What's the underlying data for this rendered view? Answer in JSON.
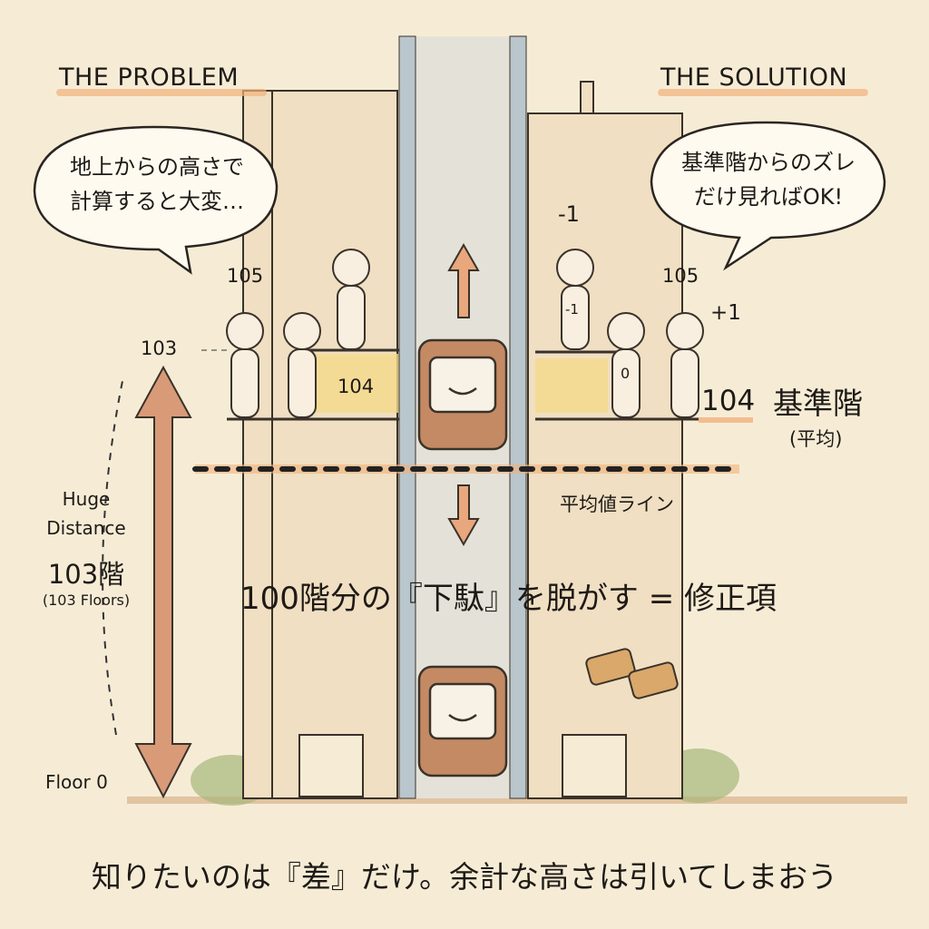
{
  "problem": {
    "heading": "THE PROBLEM",
    "bubble_line1": "地上からの高さで",
    "bubble_line2": "計算すると大変…",
    "floor_105": "105",
    "floor_103": "103",
    "floor_104": "104",
    "distance_label_1": "Huge",
    "distance_label_2": "Distance",
    "distance_floors": "103階",
    "distance_floors_en": "(103 Floors)",
    "ground_label": "Floor 0"
  },
  "solution": {
    "heading": "THE SOLUTION",
    "bubble_line1": "基準階からのズレ",
    "bubble_line2": "だけ見ればOK!",
    "offset_top": "-1",
    "floor_105": "105",
    "offset_plus": "+1",
    "person_minus": "-1",
    "person_zero": "0",
    "base_floor_num": "104",
    "base_floor_label": "基準階",
    "base_floor_sub": "(平均)"
  },
  "average_line_label": "平均値ライン",
  "correction_text": "100階分の『下駄』を脱がす = 修正項",
  "bottom_caption": "知りたいのは『差』だけ。余計な高さは引いてしまおう",
  "colors": {
    "background": "#f6ecd6",
    "arrow": "#d99a78",
    "highlight": "#f5d98a",
    "dash_line": "#f2b27a"
  }
}
